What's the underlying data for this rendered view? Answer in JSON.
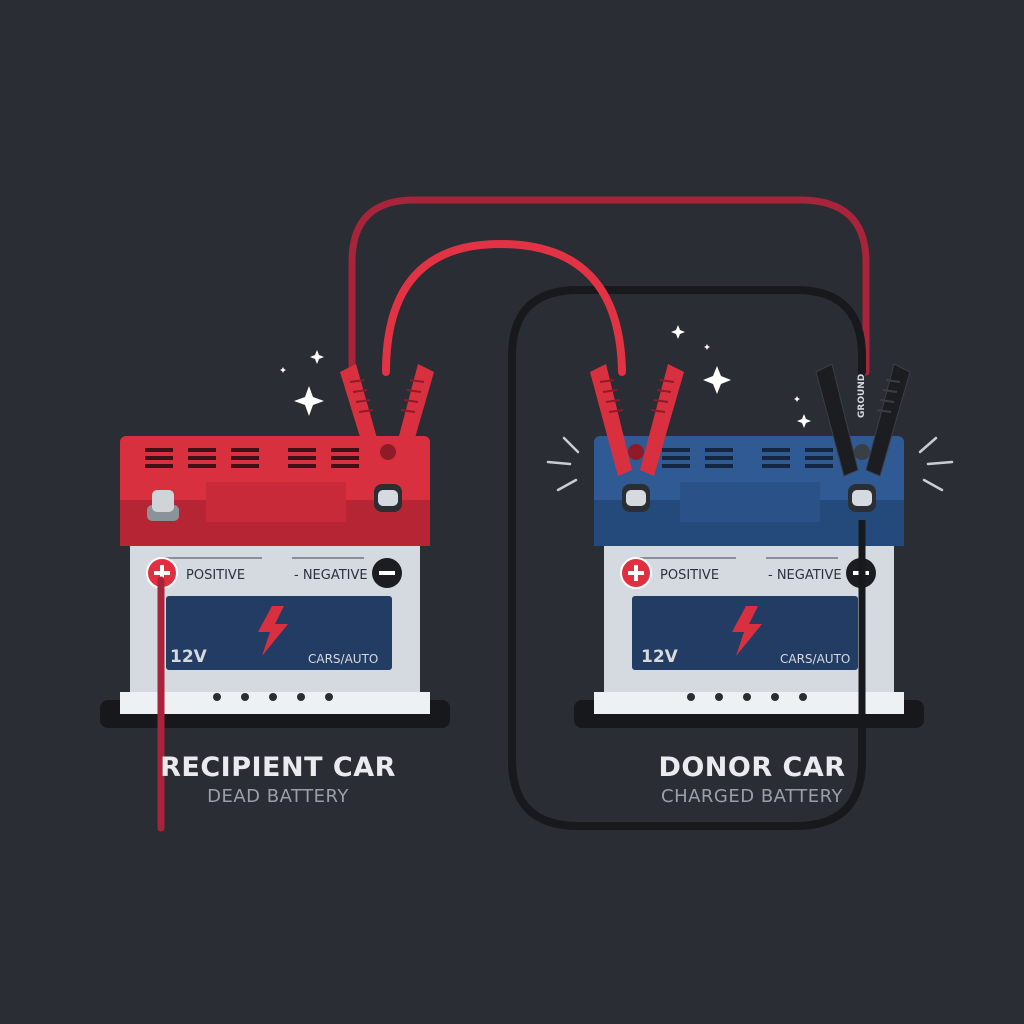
{
  "colors": {
    "background": "#2a2d33",
    "recipient_top": "#d9303f",
    "donor_top": "#2f5a94",
    "battery_body": "#d5dae0",
    "label_panel": "#233c63",
    "cable_red": "#d9303f",
    "cable_black": "#1b1d21",
    "bolt": "#d9303f"
  },
  "recipient": {
    "positive_label": "POSITIVE",
    "negative_label": "- NEGATIVE",
    "voltage": "12V",
    "type_label": "CARS/AUTO",
    "caption_title": "RECIPIENT CAR",
    "caption_subtitle": "DEAD BATTERY"
  },
  "donor": {
    "positive_label": "POSITIVE",
    "negative_label": "- NEGATIVE",
    "voltage": "12V",
    "type_label": "CARS/AUTO",
    "caption_title": "DONOR CAR",
    "caption_subtitle": "CHARGED BATTERY"
  },
  "ground_clamp_label": "GROUND",
  "icons": {
    "positive_terminal": "plus-circle-icon",
    "negative_terminal": "minus-circle-icon",
    "lightning": "lightning-bolt-icon",
    "sparkle": "sparkle-icon"
  }
}
